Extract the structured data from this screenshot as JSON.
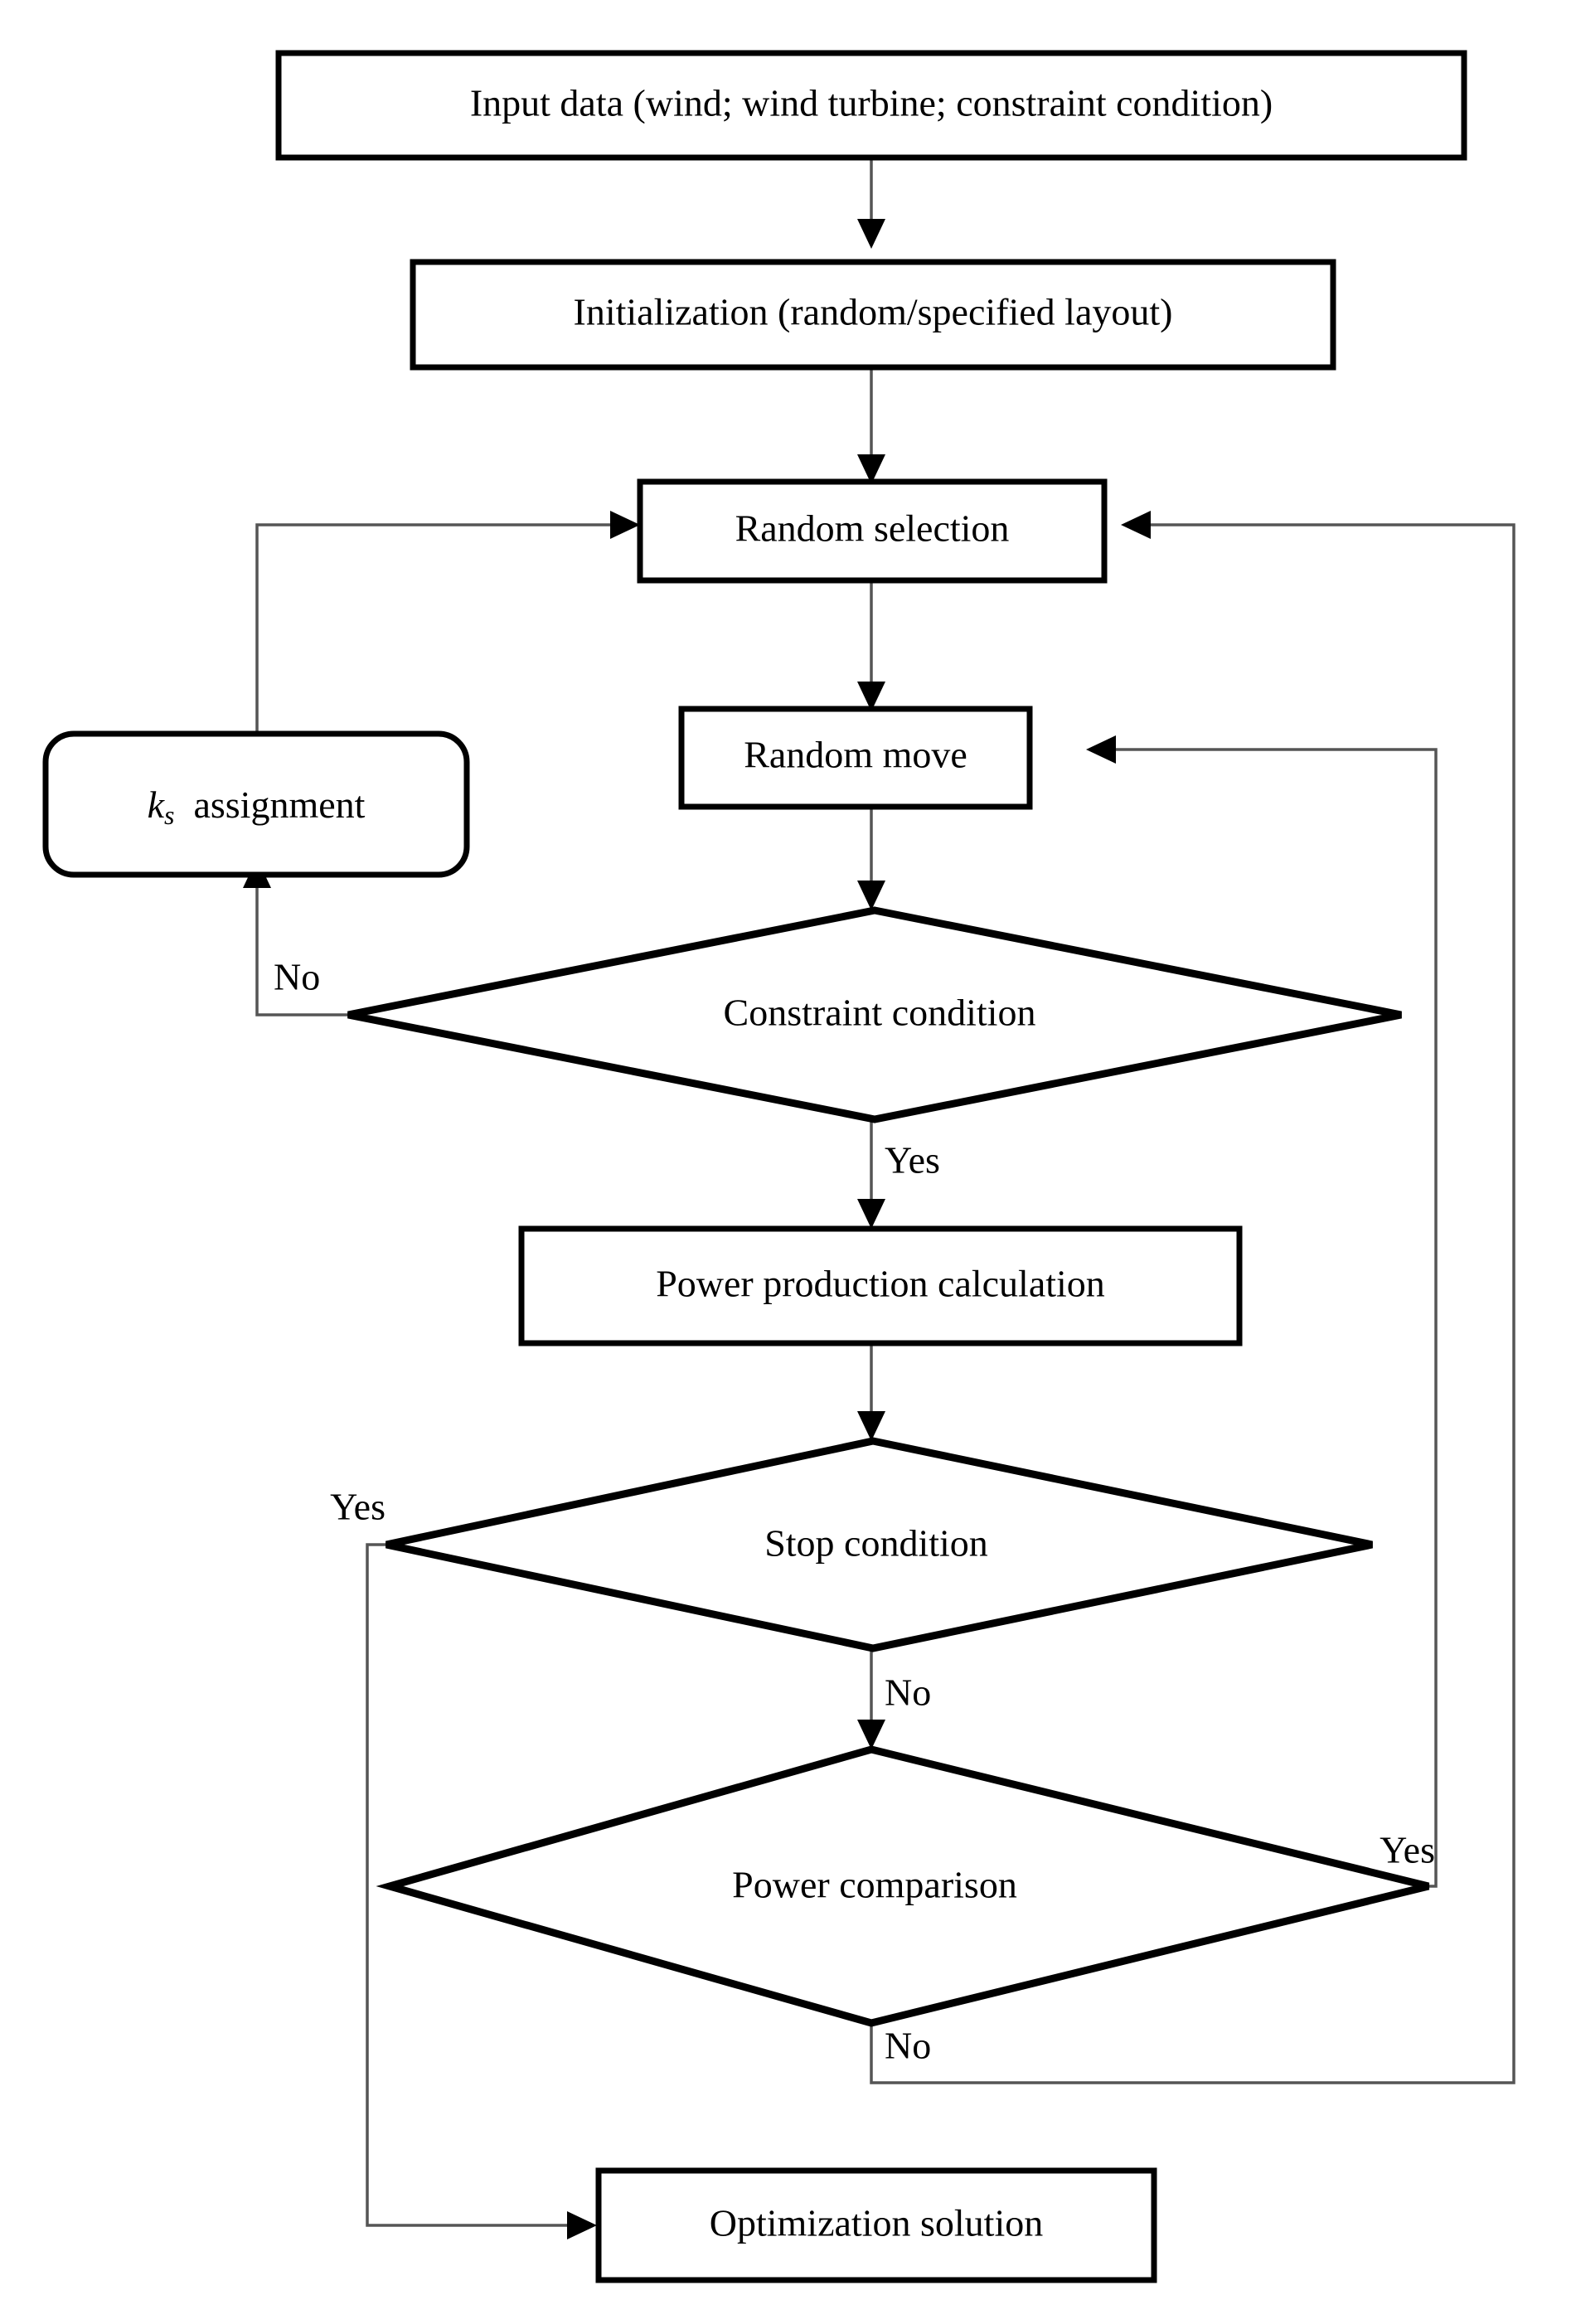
{
  "diagram": {
    "title": "Wind farm layout optimization flowchart",
    "type": "flowchart",
    "background_color": "#ffffff",
    "line_color": "#555555",
    "shape_stroke_color": "#000000",
    "text_color": "#000000",
    "nodes": [
      {
        "id": "input-data",
        "shape": "rectangle",
        "label": "Input data (wind; wind turbine; constraint condition)"
      },
      {
        "id": "initialization",
        "shape": "rectangle",
        "label": "Initialization (random/specified layout)"
      },
      {
        "id": "random-selection",
        "shape": "rectangle",
        "label": "Random selection"
      },
      {
        "id": "ks-assignment",
        "shape": "rounded-rectangle",
        "label": "k_s  assignment",
        "label_variable": "k",
        "label_subscript": "s",
        "label_rest": "assignment"
      },
      {
        "id": "random-move",
        "shape": "rectangle",
        "label": "Random move"
      },
      {
        "id": "constraint-condition",
        "shape": "diamond",
        "label": "Constraint condition"
      },
      {
        "id": "power-production-calculation",
        "shape": "rectangle",
        "label": "Power production calculation"
      },
      {
        "id": "stop-condition",
        "shape": "diamond",
        "label": "Stop condition"
      },
      {
        "id": "power-comparison",
        "shape": "diamond",
        "label": "Power comparison"
      },
      {
        "id": "optimization-solution",
        "shape": "rectangle",
        "label": "Optimization solution"
      }
    ],
    "edge_labels": {
      "constraint_no": "No",
      "constraint_yes": "Yes",
      "stop_yes": "Yes",
      "stop_no": "No",
      "comparison_yes": "Yes",
      "comparison_no": "No"
    },
    "edges": [
      {
        "from": "input-data",
        "to": "initialization",
        "label": ""
      },
      {
        "from": "initialization",
        "to": "random-selection",
        "label": ""
      },
      {
        "from": "random-selection",
        "to": "random-move",
        "label": ""
      },
      {
        "from": "random-move",
        "to": "constraint-condition",
        "label": ""
      },
      {
        "from": "constraint-condition",
        "to": "ks-assignment",
        "label": "No"
      },
      {
        "from": "ks-assignment",
        "to": "random-selection",
        "label": ""
      },
      {
        "from": "constraint-condition",
        "to": "power-production-calculation",
        "label": "Yes"
      },
      {
        "from": "power-production-calculation",
        "to": "stop-condition",
        "label": ""
      },
      {
        "from": "stop-condition",
        "to": "optimization-solution",
        "label": "Yes"
      },
      {
        "from": "stop-condition",
        "to": "power-comparison",
        "label": "No"
      },
      {
        "from": "power-comparison",
        "to": "random-move",
        "label": "Yes"
      },
      {
        "from": "power-comparison",
        "to": "random-selection",
        "label": "No"
      }
    ]
  }
}
